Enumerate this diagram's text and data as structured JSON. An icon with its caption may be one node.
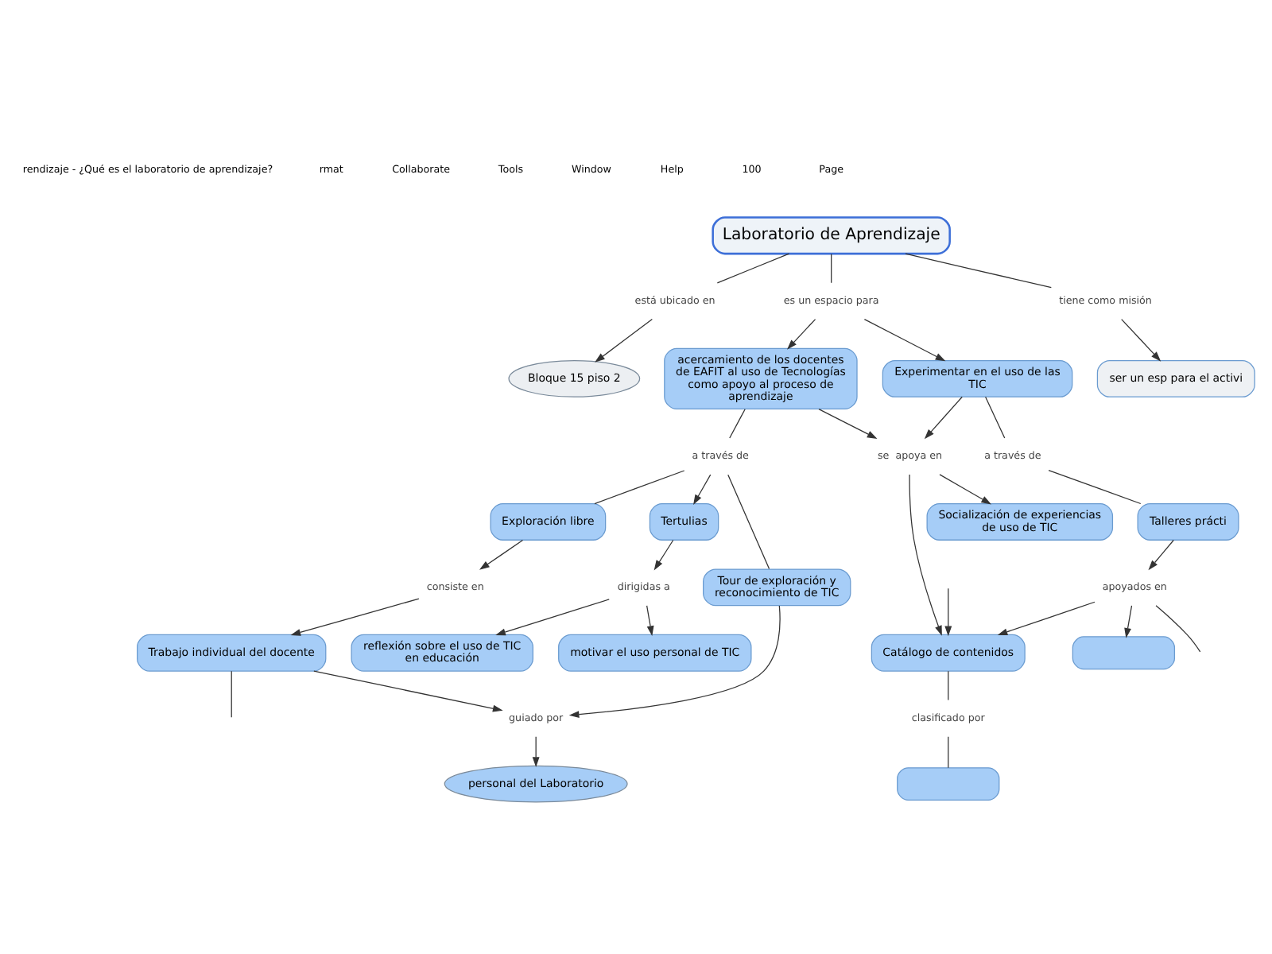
{
  "diagram": {
    "nodes": [
      {
        "text": [
          "Laboratorio de Aprendizaje"
        ]
      },
      {
        "text": [
          "está ubicado en"
        ]
      },
      {
        "text": [
          "Bloque 15 piso 2"
        ]
      },
      {
        "text": [
          "es un espacio para"
        ]
      },
      {
        "text": [
          "tiene como misión"
        ]
      },
      {
        "text": [
          "ser un esp para el activi"
        ]
      },
      {
        "text": [
          "acercamiento de los docentes de EAFIT al uso de Tecnologías como apoyo al proceso de aprendizaje"
        ]
      },
      {
        "text": [
          "Experimentar en el uso de las TIC"
        ]
      },
      {
        "text": [
          "a través de"
        ]
      },
      {
        "text": [
          "Exploración libre"
        ]
      },
      {
        "text": [
          "Tertulias"
        ]
      },
      {
        "text": [
          "Tour de exploración y reconocimiento de TIC"
        ]
      },
      {
        "text": [
          "dirigidas a"
        ]
      },
      {
        "text": [
          "reflexión sobre el uso de TIC en educación"
        ]
      },
      {
        "text": [
          "motivar el uso personal de TIC"
        ]
      },
      {
        "text": [
          "se  apoya en"
        ]
      },
      {
        "text": [
          "a través de"
        ]
      },
      {
        "text": [
          "consiste en"
        ]
      },
      {
        "text": [
          "Trabajo individual del docente"
        ]
      },
      {
        "text": [
          "guiado por"
        ]
      },
      {
        "text": [
          "Catálogo de contenidos"
        ]
      },
      {
        "text": [
          "Socialización de experiencias de uso de TIC"
        ]
      },
      {
        "text": [
          "Talleres prácti"
        ]
      },
      {
        "text": [
          "personal del Laboratorio"
        ]
      },
      {
        "text": [
          "clasificado por"
        ]
      },
      {
        "text": [
          "apoyados en"
        ]
      },
      {
        "text": [],
        "shape": "box"
      },
      {
        "text": [],
        "shape": "box"
      }
    ],
    "edges": [
      {
        "from": 0,
        "to": 1,
        "arrow": "none"
      },
      {
        "from": 1,
        "to": 2,
        "arrow": "to"
      },
      {
        "from": 0,
        "to": 3,
        "arrow": "none"
      },
      {
        "from": 3,
        "to": 6,
        "arrow": "to"
      },
      {
        "from": 3,
        "to": 7,
        "arrow": "to"
      },
      {
        "from": 0,
        "to": 4,
        "arrow": "none"
      },
      {
        "from": 4,
        "to": 5,
        "arrow": "to"
      },
      {
        "from": 6,
        "to": 8,
        "arrow": "none"
      },
      {
        "from": 8,
        "to": 10,
        "arrow": "to"
      },
      {
        "from": 8,
        "to": 9,
        "arrow": "none"
      },
      {
        "from": 8,
        "to": 11,
        "arrow": "none"
      },
      {
        "from": 10,
        "to": 12,
        "arrow": "to"
      },
      {
        "from": 12,
        "to": 13,
        "arrow": "to"
      },
      {
        "from": 12,
        "to": 14,
        "arrow": "to"
      },
      {
        "from": 6,
        "to": 15,
        "arrow": "to"
      },
      {
        "from": 7,
        "to": 15,
        "arrow": "to"
      },
      {
        "from": 15,
        "to": 21,
        "arrow": "to"
      },
      {
        "from": 15,
        "to": 20,
        "arrow": "to"
      },
      {
        "from": 7,
        "to": 16,
        "arrow": "none"
      },
      {
        "from": 16,
        "to": 22,
        "arrow": "none"
      },
      {
        "from": 9,
        "to": 17,
        "arrow": "to"
      },
      {
        "from": 17,
        "to": 18,
        "arrow": "to"
      },
      {
        "from": 11,
        "to": 19,
        "arrow": "to"
      },
      {
        "from": 18,
        "to": 19,
        "arrow": "to"
      },
      {
        "from": 19,
        "to": 23,
        "arrow": "to"
      },
      {
        "from": 20,
        "to": 24,
        "arrow": "none"
      },
      {
        "from": 24,
        "to": 26,
        "arrow": "none"
      },
      {
        "from": 22,
        "to": 25,
        "arrow": "to"
      },
      {
        "from": 25,
        "to": 20,
        "arrow": "to"
      },
      {
        "from": 25,
        "to": 27,
        "arrow": "to"
      },
      {
        "from": 25,
        "to": null,
        "arrow": "none"
      },
      {
        "from": 18,
        "to": null,
        "arrow": "none"
      },
      {
        "from": null,
        "to": 20,
        "arrow": "to"
      }
    ],
    "labels": [
      "rendizaje - ¿Qué es el laboratorio de aprendizaje?",
      "rmat",
      "Collaborate",
      "Tools",
      "Window",
      "Help",
      "100",
      "Page"
    ]
  }
}
